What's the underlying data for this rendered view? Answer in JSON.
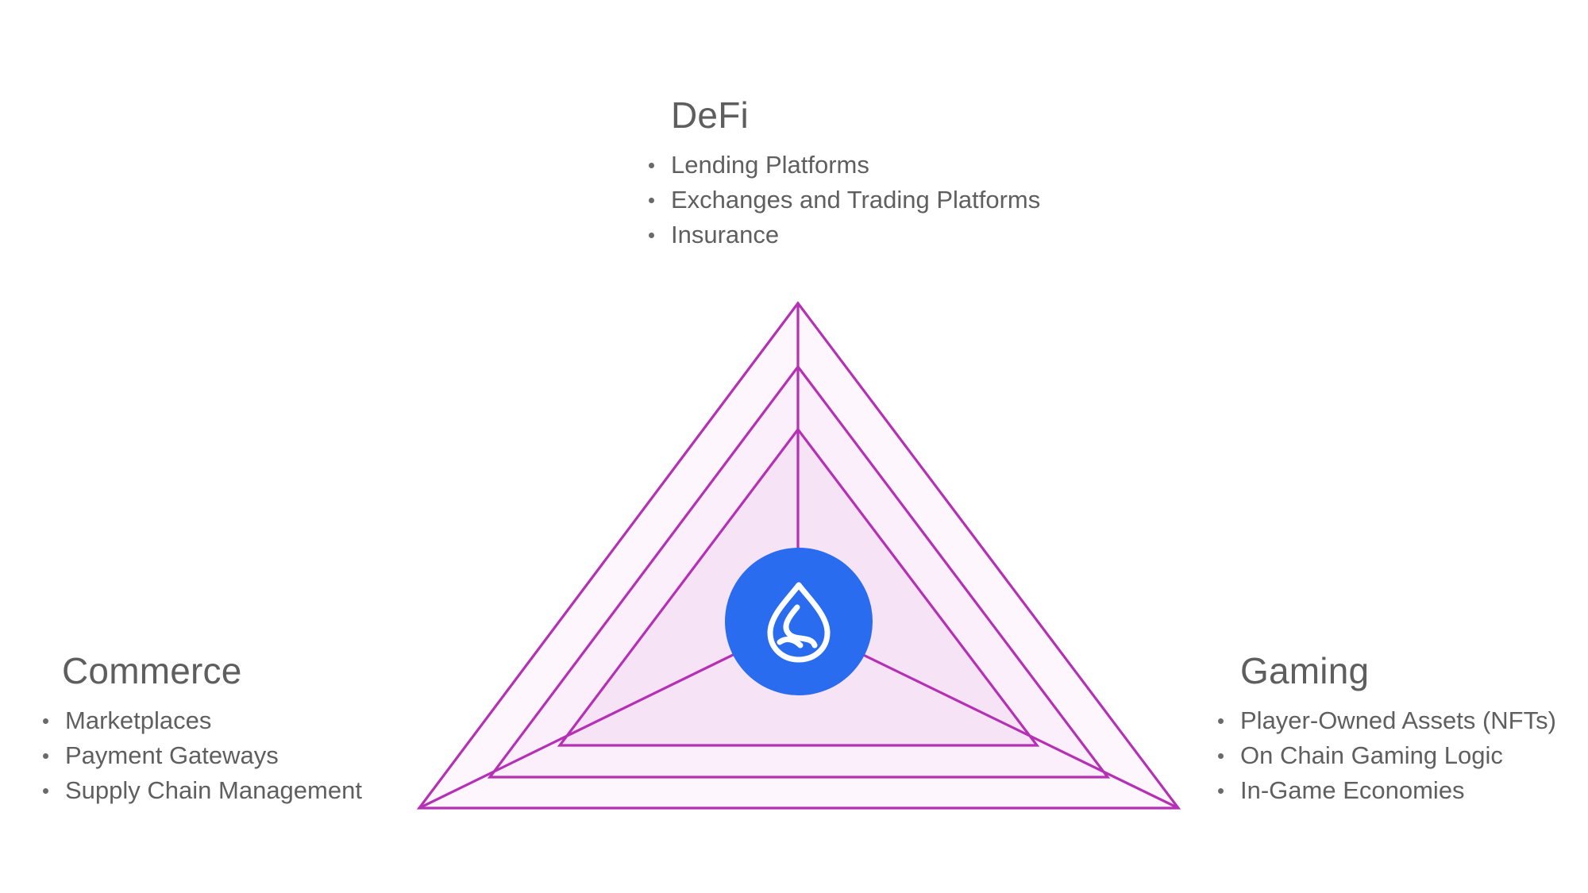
{
  "colors": {
    "outline": "#b530b5",
    "fill_outer": "#fdf7fd",
    "fill_middle": "#fbeffb",
    "fill_inner": "#f7e3f6",
    "logo_bg": "#2a6cf0",
    "text": "#5f5f5f"
  },
  "center_icon": "sui-droplet-icon",
  "defi": {
    "title": "DeFi",
    "items": [
      "Lending Platforms",
      "Exchanges and Trading Platforms",
      "Insurance"
    ]
  },
  "commerce": {
    "title": "Commerce",
    "items": [
      "Marketplaces",
      "Payment Gateways",
      "Supply Chain Management"
    ]
  },
  "gaming": {
    "title": "Gaming",
    "items": [
      "Player-Owned Assets (NFTs)",
      "On Chain Gaming Logic",
      "In-Game Economies"
    ]
  }
}
